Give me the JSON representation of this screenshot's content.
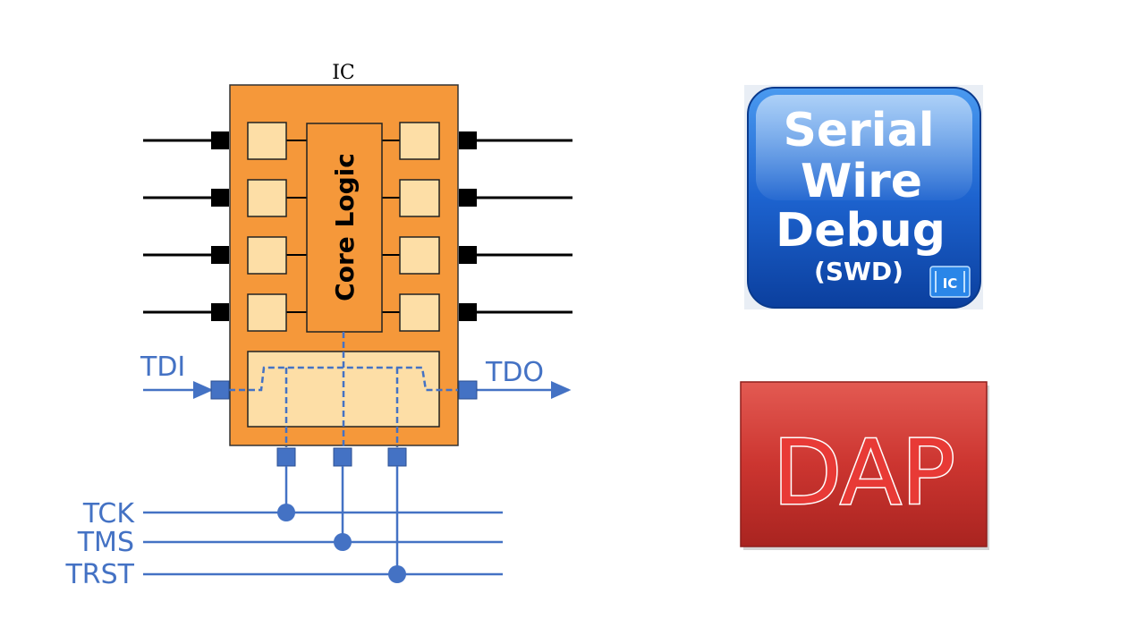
{
  "diagram": {
    "ic_label": "IC",
    "core_label": "Core Logic",
    "tdi_label": "TDI",
    "tdo_label": "TDO",
    "tck_label": "TCK",
    "tms_label": "TMS",
    "trst_label": "TRST"
  },
  "swd_badge": {
    "line1": "Serial",
    "line2": "Wire",
    "line3": "Debug",
    "line4": "(SWD)",
    "chip_label": "IC"
  },
  "dap_badge": {
    "label": "DAP"
  },
  "colors": {
    "ic_body": "#f5983a",
    "cell_fill": "#fddea6",
    "signal_blue": "#4472c4",
    "swd_blue": "#1e5fc8",
    "dap_red": "#c9302c"
  }
}
